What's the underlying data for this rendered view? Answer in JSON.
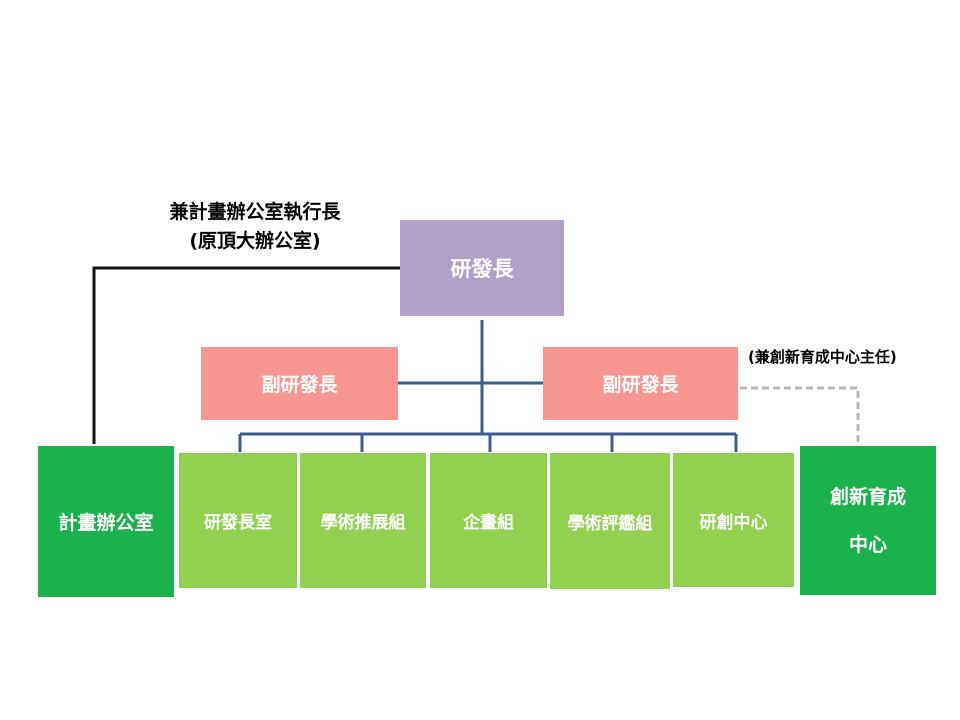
{
  "top_note": {
    "line1": "兼計畫辦公室執行長",
    "line2": "(原頂大辦公室)"
  },
  "right_note": "(兼創新育成中心主任)",
  "head": "研發長",
  "deputies": [
    "副研發長",
    "副研發長"
  ],
  "units": [
    "研發長室",
    "學術推展組",
    "企畫組",
    "學術評鑑組",
    "研創中心"
  ],
  "planning_office": "計畫辦公室",
  "incubation_center": {
    "line1": "創新育成",
    "line2": "中心"
  },
  "colors": {
    "head": "#b2a1c7",
    "deputy": "#f79590",
    "unit": "#92d050",
    "office": "#1bb14c",
    "connector": "#3b5c8c"
  }
}
